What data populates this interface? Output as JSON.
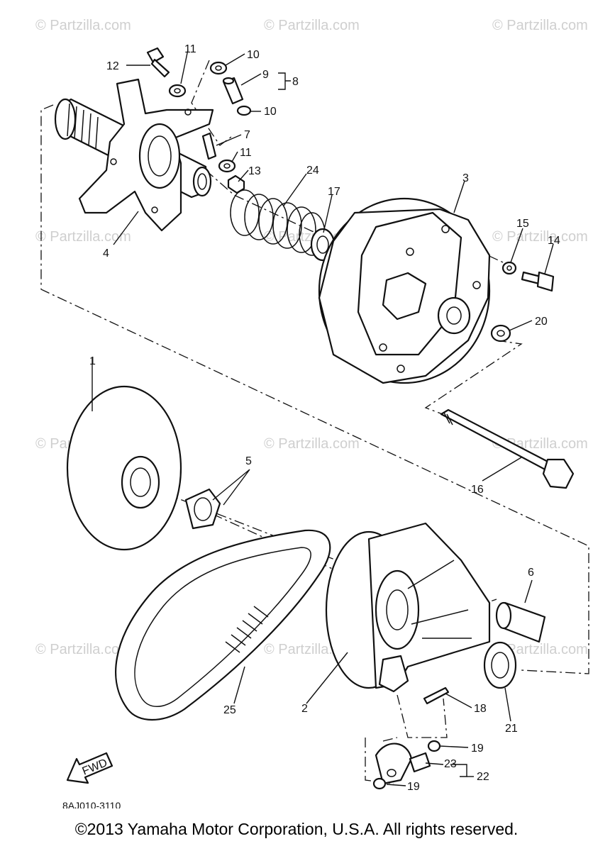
{
  "watermark": "© Partzilla.com",
  "diagram_code": "8AJ010-3110",
  "fwd_label": "FWD",
  "copyright": "©2013 Yamaha Motor Corporation, U.S.A. All rights reserved.",
  "callouts": {
    "c1": "1",
    "c2": "2",
    "c3": "3",
    "c4": "4",
    "c5": "5",
    "c6": "6",
    "c7": "7",
    "c8": "8",
    "c9": "9",
    "c10a": "10",
    "c10b": "10",
    "c11a": "11",
    "c11b": "11",
    "c12": "12",
    "c13": "13",
    "c14": "14",
    "c15": "15",
    "c16": "16",
    "c17": "17",
    "c18": "18",
    "c19a": "19",
    "c19b": "19",
    "c20": "20",
    "c21": "21",
    "c22": "22",
    "c23": "23",
    "c24": "24",
    "c25": "25"
  }
}
